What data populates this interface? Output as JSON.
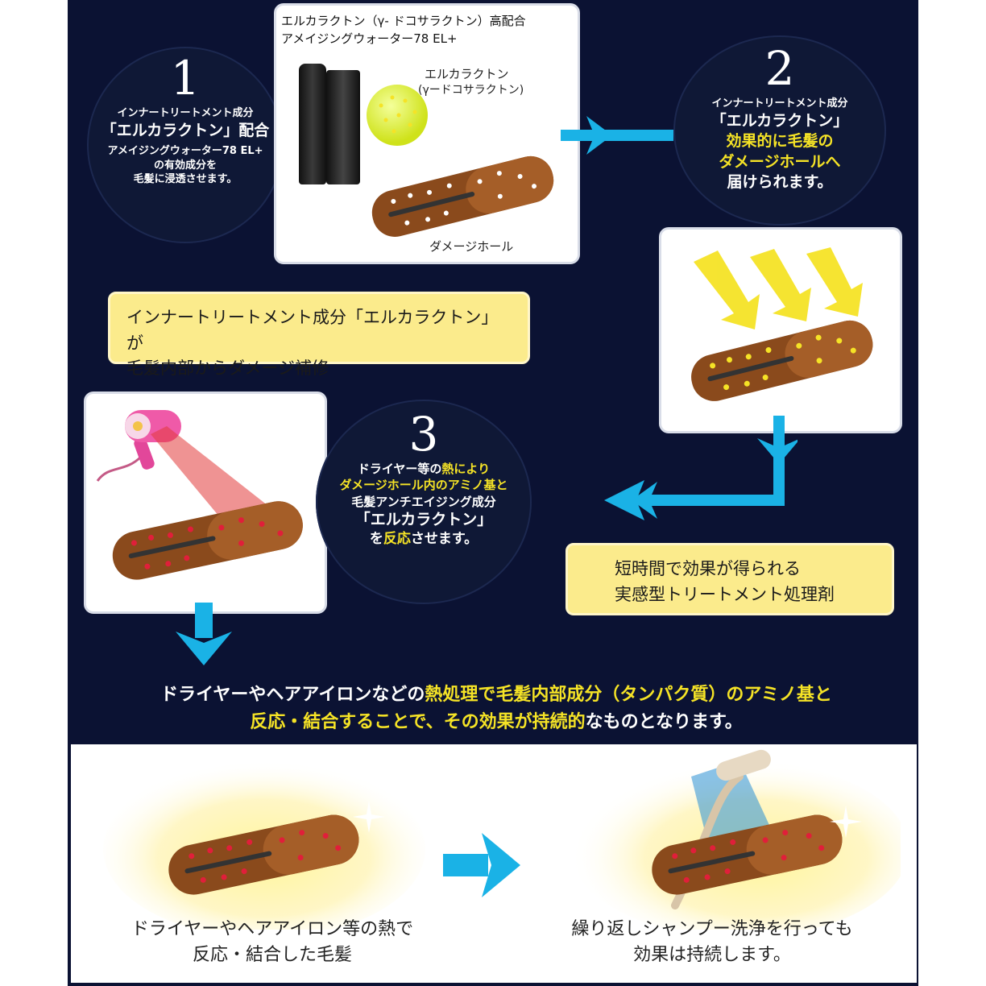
{
  "step1": {
    "number": "1",
    "line1": "インナートリートメント成分",
    "line2": "「エルカラクトン」配合",
    "line3": "アメイジングウォーター78 EL+",
    "line4": "の有効成分を",
    "line5": "毛髪に浸透させます。"
  },
  "product_card": {
    "title1": "エルカラクトン（γ- ドコサラクトン）高配合",
    "title2": "アメイジングウォーター78 EL+",
    "sphere_label1": "エルカラクトン",
    "sphere_label2": "(γードコサラクトン)",
    "damage_label": "ダメージホール"
  },
  "step2": {
    "number": "2",
    "line1": "インナートリートメント成分",
    "line2": "「エルカラクトン」",
    "line3": "効果的に毛髪の",
    "line4": "ダメージホールへ",
    "line5": "届けられます。"
  },
  "note1": {
    "line1": "インナートリートメント成分「エルカラクトン」が",
    "line2": "毛髪内部からダメージ補修"
  },
  "step3": {
    "number": "3",
    "line1a": "ドライヤー等の",
    "line1b": "熱により",
    "line2": "ダメージホール内のアミノ基と",
    "line3": "毛髪アンチエイジング成分",
    "line4": "「エルカラクトン」",
    "line5a": "を",
    "line5b": "反応",
    "line5c": "させます。"
  },
  "note2": {
    "line1": "短時間で効果が得られる",
    "line2": "実感型トリートメント処理剤"
  },
  "banner": {
    "l1a": "ドライヤーやヘアアイロンなどの",
    "l1b": "熱処理で毛髪内部成分（タンパク質）のアミノ基と",
    "l2a": "反応・結合することで、その効果が持続的",
    "l2b": "なものとなります。"
  },
  "bottom": {
    "cap1_line1": "ドライヤーやヘアアイロン等の熱で",
    "cap1_line2": "反応・結合した毛髪",
    "cap2_line1": "繰り返しシャンプー洗浄を行っても",
    "cap2_line2": "効果は持続します。"
  },
  "colors": {
    "navy": "#0b1233",
    "arrow": "#1ab2e6",
    "highlight": "#f5e326",
    "note_bg": "#fbeb8c",
    "hair_brown": "#8a4a1c"
  }
}
